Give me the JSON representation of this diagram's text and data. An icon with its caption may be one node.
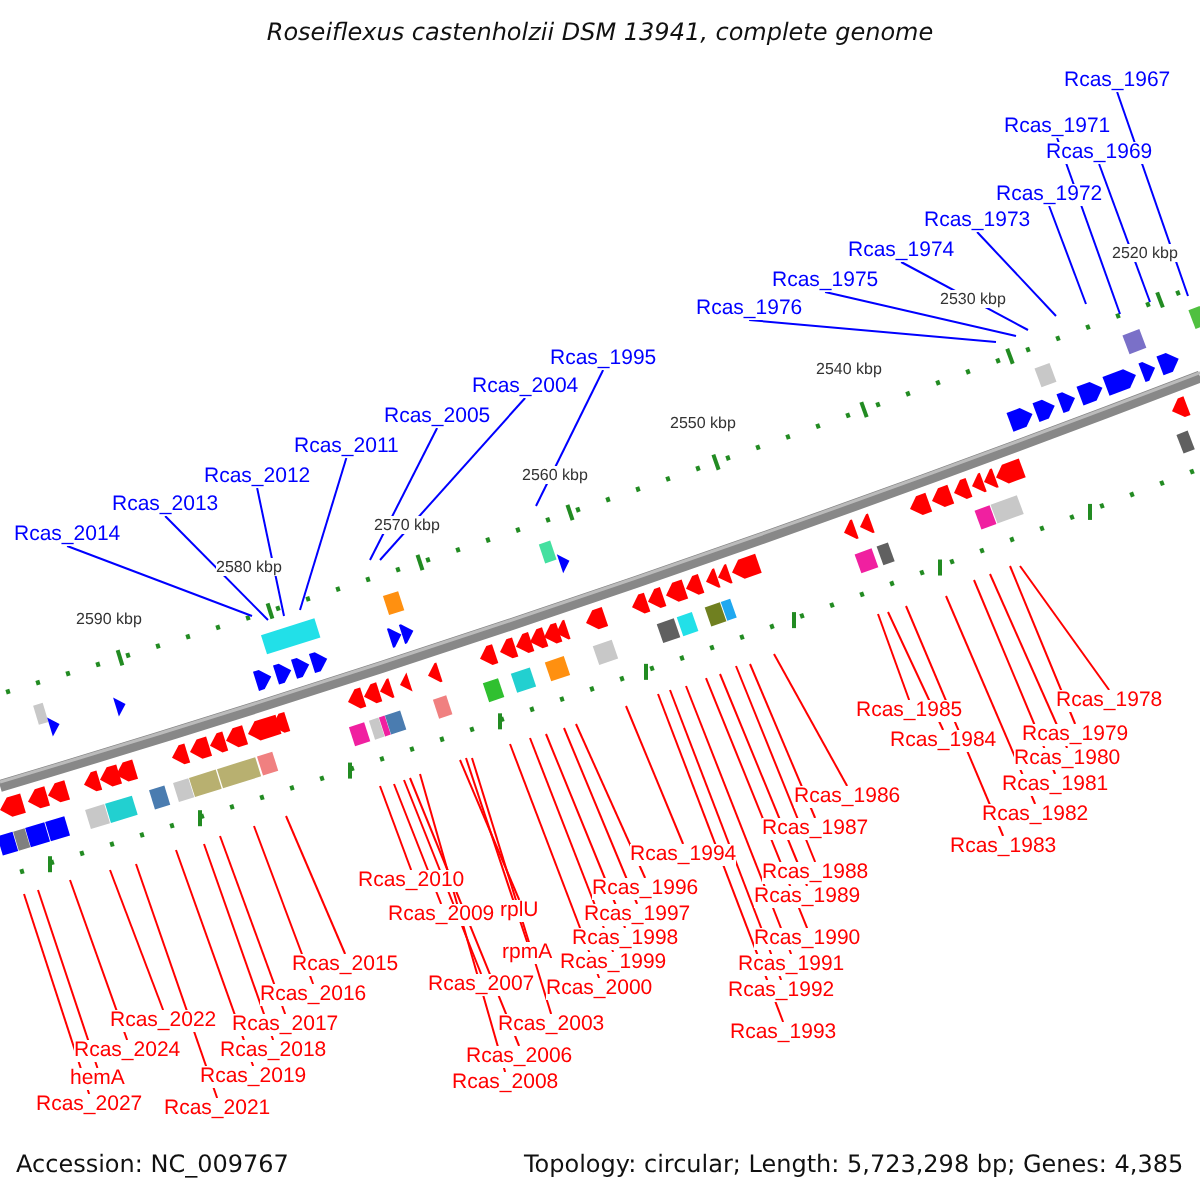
{
  "diagram": {
    "title": "Roseiflexus castenholzii DSM 13941, complete genome",
    "nodes": [
      {
        "text": [
          "Rcas_1967"
        ]
      },
      {
        "text": [
          "Rcas_1971"
        ]
      },
      {
        "text": [
          "Rcas_1969"
        ]
      },
      {
        "text": [
          "Rcas_1972"
        ]
      },
      {
        "text": [
          "Rcas_1973"
        ]
      },
      {
        "text": [
          "Rcas_1974"
        ]
      },
      {
        "text": [
          "Rcas_1975"
        ]
      },
      {
        "text": [
          "Rcas_1976"
        ]
      },
      {
        "text": [
          "Rcas_1995"
        ]
      },
      {
        "text": [
          "Rcas_2004"
        ]
      },
      {
        "text": [
          "Rcas_2005"
        ]
      },
      {
        "text": [
          "Rcas_2011"
        ]
      },
      {
        "text": [
          "Rcas_2012"
        ]
      },
      {
        "text": [
          "Rcas_2013"
        ]
      },
      {
        "text": [
          "Rcas_2014"
        ]
      },
      {
        "text": [
          "Rcas_2027"
        ]
      },
      {
        "text": [
          "hemA"
        ]
      },
      {
        "text": [
          "Rcas_2024"
        ]
      },
      {
        "text": [
          "Rcas_2022"
        ]
      },
      {
        "text": [
          "Rcas_2021"
        ]
      },
      {
        "text": [
          "Rcas_2019"
        ]
      },
      {
        "text": [
          "Rcas_2018"
        ]
      },
      {
        "text": [
          "Rcas_2017"
        ]
      },
      {
        "text": [
          "Rcas_2016"
        ]
      },
      {
        "text": [
          "Rcas_2015"
        ]
      },
      {
        "text": [
          "Rcas_2010"
        ]
      },
      {
        "text": [
          "Rcas_2009"
        ]
      },
      {
        "text": [
          "Rcas_2007"
        ]
      },
      {
        "text": [
          "Rcas_2006"
        ]
      },
      {
        "text": [
          "Rcas_2008"
        ]
      },
      {
        "text": [
          "rplU"
        ]
      },
      {
        "text": [
          "rpmA"
        ]
      },
      {
        "text": [
          "Rcas_2003"
        ]
      },
      {
        "text": [
          "Rcas_2000"
        ]
      },
      {
        "text": [
          "Rcas_1999"
        ]
      },
      {
        "text": [
          "Rcas_1998"
        ]
      },
      {
        "text": [
          "Rcas_1997"
        ]
      },
      {
        "text": [
          "Rcas_1996"
        ]
      },
      {
        "text": [
          "Rcas_1994"
        ]
      },
      {
        "text": [
          "Rcas_1993"
        ]
      },
      {
        "text": [
          "Rcas_1992"
        ]
      },
      {
        "text": [
          "Rcas_1991"
        ]
      },
      {
        "text": [
          "Rcas_1990"
        ]
      },
      {
        "text": [
          "Rcas_1989"
        ]
      },
      {
        "text": [
          "Rcas_1988"
        ]
      },
      {
        "text": [
          "Rcas_1987"
        ]
      },
      {
        "text": [
          "Rcas_1986"
        ]
      },
      {
        "text": [
          "Rcas_1985"
        ]
      },
      {
        "text": [
          "Rcas_1984"
        ]
      },
      {
        "text": [
          "Rcas_1983"
        ]
      },
      {
        "text": [
          "Rcas_1982"
        ]
      },
      {
        "text": [
          "Rcas_1981"
        ]
      },
      {
        "text": [
          "Rcas_1980"
        ]
      },
      {
        "text": [
          "Rcas_1979"
        ]
      },
      {
        "text": [
          "Rcas_1978"
        ]
      }
    ],
    "edges": [
      {
        "from": 0,
        "to": null,
        "arrow": "none",
        "color": "#0000ff"
      },
      {
        "from": 1,
        "to": null,
        "arrow": "none",
        "color": "#0000ff"
      },
      {
        "from": 2,
        "to": null,
        "arrow": "none",
        "color": "#0000ff"
      },
      {
        "from": 3,
        "to": null,
        "arrow": "none",
        "color": "#0000ff"
      },
      {
        "from": 4,
        "to": null,
        "arrow": "none",
        "color": "#0000ff"
      },
      {
        "from": 5,
        "to": null,
        "arrow": "none",
        "color": "#0000ff"
      },
      {
        "from": 6,
        "to": null,
        "arrow": "none",
        "color": "#0000ff"
      },
      {
        "from": 7,
        "to": null,
        "arrow": "none",
        "color": "#0000ff"
      },
      {
        "from": 8,
        "to": null,
        "arrow": "none",
        "color": "#0000ff"
      },
      {
        "from": 9,
        "to": null,
        "arrow": "none",
        "color": "#0000ff"
      },
      {
        "from": 10,
        "to": null,
        "arrow": "none",
        "color": "#0000ff"
      },
      {
        "from": 11,
        "to": null,
        "arrow": "none",
        "color": "#0000ff"
      },
      {
        "from": 12,
        "to": null,
        "arrow": "none",
        "color": "#0000ff"
      },
      {
        "from": 13,
        "to": null,
        "arrow": "none",
        "color": "#0000ff"
      },
      {
        "from": 14,
        "to": null,
        "arrow": "none",
        "color": "#0000ff"
      },
      {
        "from": 15,
        "to": null,
        "arrow": "none"
      },
      {
        "from": 16,
        "to": null,
        "arrow": "none"
      },
      {
        "from": 17,
        "to": null,
        "arrow": "none"
      },
      {
        "from": 18,
        "to": null,
        "arrow": "none"
      },
      {
        "from": 19,
        "to": null,
        "arrow": "none"
      },
      {
        "from": 20,
        "to": null,
        "arrow": "none"
      },
      {
        "from": 21,
        "to": null,
        "arrow": "none"
      },
      {
        "from": 22,
        "to": null,
        "arrow": "none"
      },
      {
        "from": 23,
        "to": null,
        "arrow": "none"
      },
      {
        "from": 24,
        "to": null,
        "arrow": "none"
      },
      {
        "from": 25,
        "to": null,
        "arrow": "none"
      },
      {
        "from": 26,
        "to": null,
        "arrow": "none"
      },
      {
        "from": 27,
        "to": null,
        "arrow": "none"
      },
      {
        "from": 28,
        "to": null,
        "arrow": "none"
      },
      {
        "from": 29,
        "to": null,
        "arrow": "none"
      },
      {
        "from": 30,
        "to": null,
        "arrow": "none"
      },
      {
        "from": 31,
        "to": null,
        "arrow": "none"
      },
      {
        "from": 32,
        "to": null,
        "arrow": "none"
      },
      {
        "from": 33,
        "to": null,
        "arrow": "none"
      },
      {
        "from": 34,
        "to": null,
        "arrow": "none"
      },
      {
        "from": 35,
        "to": null,
        "arrow": "none"
      },
      {
        "from": 36,
        "to": null,
        "arrow": "none"
      },
      {
        "from": 37,
        "to": null,
        "arrow": "none"
      },
      {
        "from": 38,
        "to": null,
        "arrow": "none"
      },
      {
        "from": 39,
        "to": null,
        "arrow": "none"
      },
      {
        "from": 40,
        "to": null,
        "arrow": "none"
      },
      {
        "from": 41,
        "to": null,
        "arrow": "none"
      },
      {
        "from": 42,
        "to": null,
        "arrow": "none"
      },
      {
        "from": 43,
        "to": null,
        "arrow": "none"
      },
      {
        "from": 44,
        "to": null,
        "arrow": "none"
      },
      {
        "from": 45,
        "to": null,
        "arrow": "none"
      },
      {
        "from": 46,
        "to": null,
        "arrow": "none"
      },
      {
        "from": 47,
        "to": null,
        "arrow": "none"
      },
      {
        "from": 48,
        "to": null,
        "arrow": "none"
      },
      {
        "from": 49,
        "to": null,
        "arrow": "none"
      },
      {
        "from": 50,
        "to": null,
        "arrow": "none"
      },
      {
        "from": 51,
        "to": null,
        "arrow": "none"
      },
      {
        "from": 52,
        "to": null,
        "arrow": "none"
      },
      {
        "from": 53,
        "to": null,
        "arrow": "none"
      },
      {
        "from": 54,
        "to": null,
        "arrow": "none"
      }
    ],
    "labels": [
      "2520 kbp",
      "2530 kbp",
      "2540 kbp",
      "2550 kbp",
      "2560 kbp",
      "2570 kbp",
      "2580 kbp",
      "2590 kbp",
      "Accession: NC_009767",
      "Topology: circular; Length: 5,723,298 bp; Genes: 4,385"
    ]
  }
}
